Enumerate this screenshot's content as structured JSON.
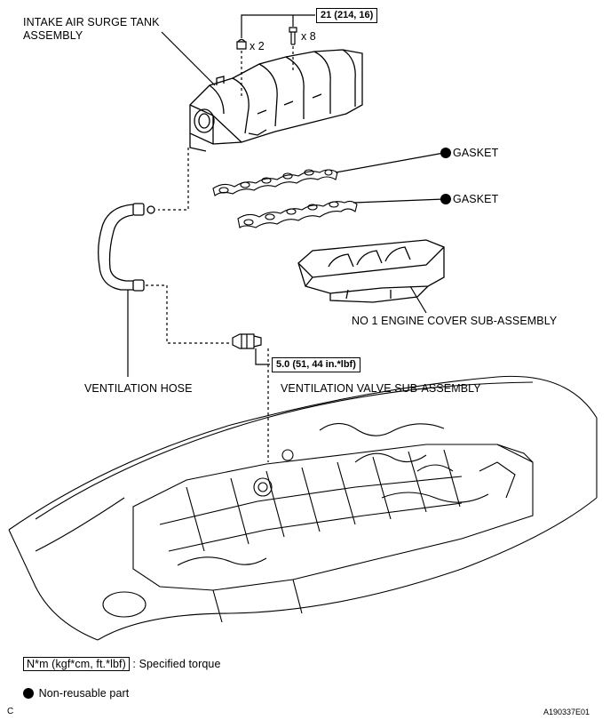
{
  "labels": {
    "intake_line1": "INTAKE AIR SURGE TANK",
    "intake_line2": "ASSEMBLY",
    "gasket_1": "GASKET",
    "gasket_2": "GASKET",
    "engine_cover": "NO  1 ENGINE COVER SUB-ASSEMBLY",
    "ventilation_hose": "VENTILATION HOSE",
    "ventilation_valve": "VENTILATION VALVE SUB-ASSEMBLY"
  },
  "torque": {
    "surge_tank_bolts": "21 (214, 16)",
    "ventilation_valve": "5.0 (51, 44 in.*lbf)"
  },
  "quantities": {
    "nut_count": "x 2",
    "bolt_count": "x 8"
  },
  "legend": {
    "torque_box": "N*m (kgf*cm, ft.*lbf)",
    "torque_text": ": Specified torque",
    "nonreusable_text": "Non-reusable part"
  },
  "footer": {
    "corner_letter": "C",
    "figure_id": "A190337E01"
  }
}
